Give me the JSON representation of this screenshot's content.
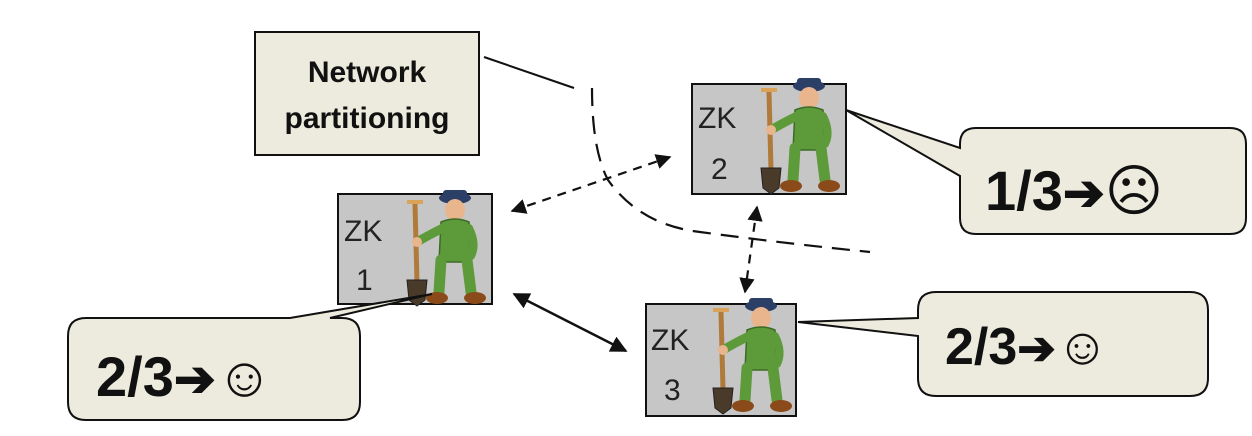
{
  "note": {
    "line1": "Network",
    "line2": "partitioning"
  },
  "nodes": [
    {
      "id": "zk1",
      "label": "ZK",
      "number": "1"
    },
    {
      "id": "zk2",
      "label": "ZK",
      "number": "2"
    },
    {
      "id": "zk3",
      "label": "ZK",
      "number": "3"
    }
  ],
  "callouts": {
    "zk1": {
      "fraction": "2/3",
      "arrow": "➔",
      "face": "☺"
    },
    "zk2": {
      "fraction": "1/3",
      "arrow": "➔",
      "face": "☹"
    },
    "zk3": {
      "fraction": "2/3",
      "arrow": "➔",
      "face": "☺"
    }
  },
  "colors": {
    "node_fill": "#c6c6c6",
    "callout_fill": "#ecebdd",
    "note_fill": "#ecebdd",
    "stroke": "#111111"
  }
}
